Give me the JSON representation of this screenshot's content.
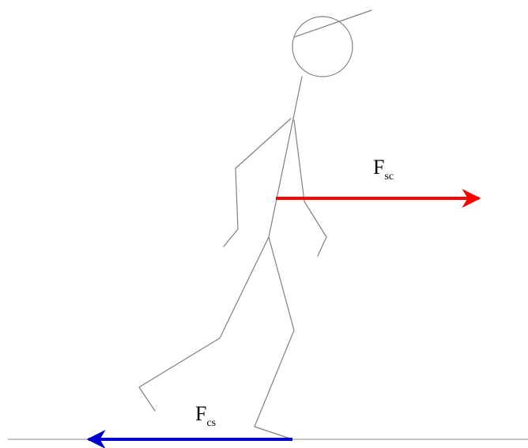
{
  "forces": {
    "f_sc": {
      "symbol": "F",
      "subscript": "sc",
      "color": "#ff0000"
    },
    "f_cs": {
      "symbol": "F",
      "subscript": "cs",
      "color": "#0000cc"
    }
  },
  "figure": {
    "stroke_color": "#808080",
    "ground_color": "#a0a0a0"
  }
}
